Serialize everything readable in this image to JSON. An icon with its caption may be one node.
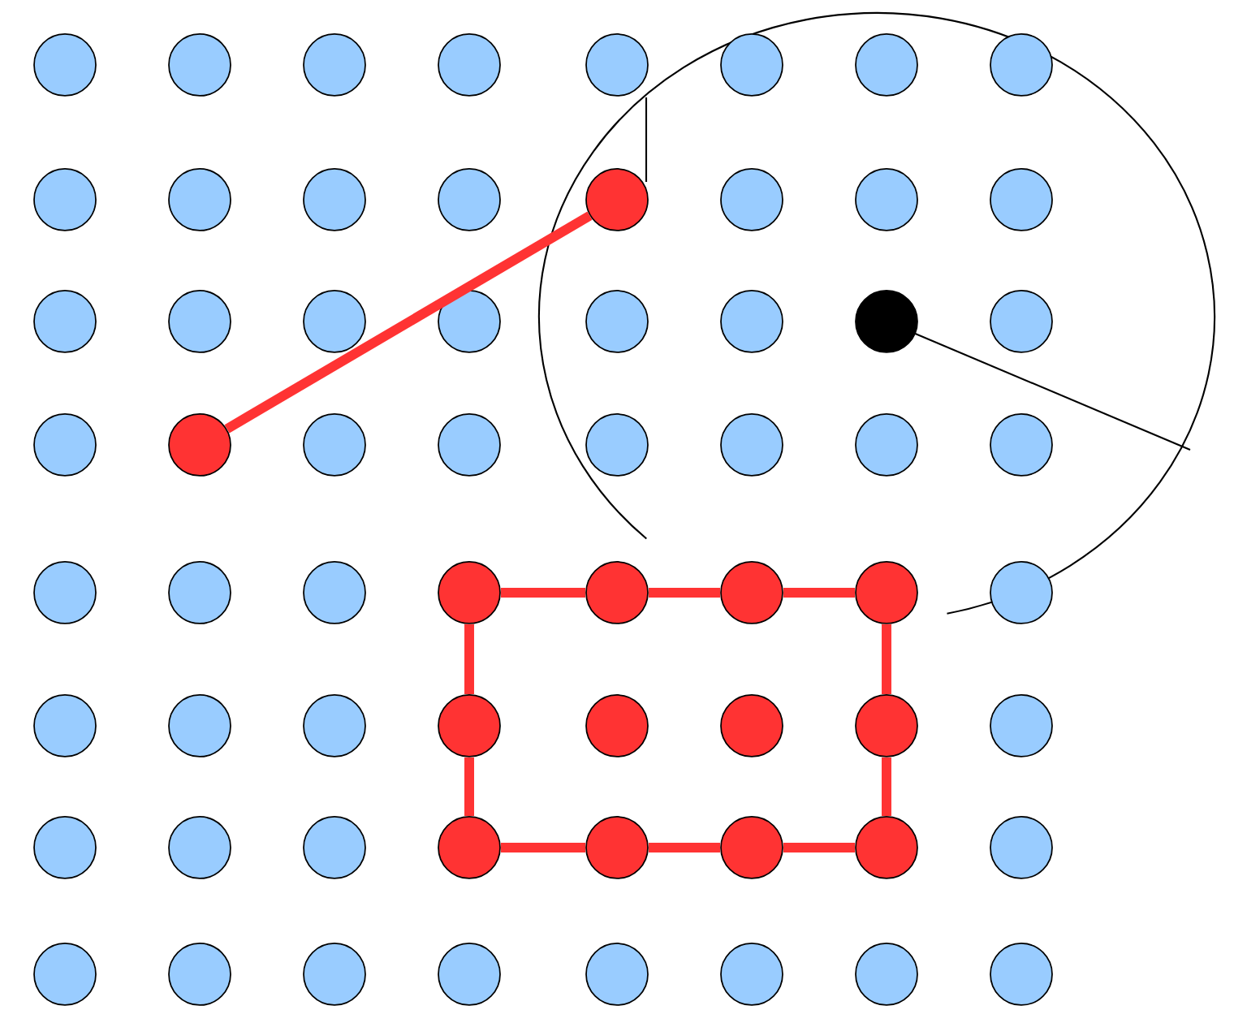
{
  "diagram": {
    "nodes": [
      {
        "text": [],
        "shape": "circle"
      },
      {
        "text": [],
        "shape": "circle"
      },
      {
        "text": [],
        "shape": "circle"
      },
      {
        "text": [],
        "shape": "circle"
      },
      {
        "text": [],
        "shape": "circle"
      },
      {
        "text": [],
        "shape": "circle"
      },
      {
        "text": [],
        "shape": "circle"
      },
      {
        "text": [],
        "shape": "circle"
      },
      {
        "text": [],
        "shape": "circle"
      },
      {
        "text": [],
        "shape": "circle"
      },
      {
        "text": [],
        "shape": "circle"
      },
      {
        "text": [],
        "shape": "circle"
      },
      {
        "text": [],
        "shape": "circle"
      },
      {
        "text": [],
        "shape": "circle"
      },
      {
        "text": [],
        "shape": "circle"
      },
      {
        "text": [],
        "shape": "circle"
      },
      {
        "text": [],
        "shape": "circle"
      },
      {
        "text": [],
        "shape": "circle"
      },
      {
        "text": [],
        "shape": "circle"
      },
      {
        "text": [],
        "shape": "circle"
      },
      {
        "text": [],
        "shape": "circle"
      },
      {
        "text": [],
        "shape": "circle"
      },
      {
        "text": [],
        "shape": "circle"
      },
      {
        "text": [],
        "shape": "circle"
      },
      {
        "text": [],
        "shape": "circle"
      },
      {
        "text": [],
        "shape": "circle"
      },
      {
        "text": [],
        "shape": "circle"
      },
      {
        "text": [],
        "shape": "circle"
      },
      {
        "text": [],
        "shape": "circle"
      },
      {
        "text": [],
        "shape": "circle"
      },
      {
        "text": [],
        "shape": "circle"
      },
      {
        "text": [],
        "shape": "circle"
      },
      {
        "text": [],
        "shape": "circle"
      },
      {
        "text": [],
        "shape": "circle"
      },
      {
        "text": [],
        "shape": "circle"
      },
      {
        "text": [],
        "shape": "circle"
      },
      {
        "text": [],
        "shape": "circle"
      },
      {
        "text": [],
        "shape": "circle"
      },
      {
        "text": [],
        "shape": "circle"
      },
      {
        "text": [],
        "shape": "circle"
      },
      {
        "text": [],
        "shape": "circle"
      },
      {
        "text": [],
        "shape": "circle"
      },
      {
        "text": [],
        "shape": "circle"
      },
      {
        "text": [],
        "shape": "circle"
      },
      {
        "text": [],
        "shape": "circle"
      },
      {
        "text": [],
        "shape": "circle"
      },
      {
        "text": [],
        "shape": "circle"
      },
      {
        "text": [],
        "shape": "circle"
      },
      {
        "text": [],
        "shape": "circle"
      },
      {
        "text": [],
        "shape": "circle"
      },
      {
        "text": [],
        "shape": "circle"
      },
      {
        "text": [],
        "shape": "circle"
      },
      {
        "text": [],
        "shape": "circle"
      },
      {
        "text": [],
        "shape": "circle"
      },
      {
        "text": [],
        "shape": "circle"
      },
      {
        "text": [],
        "shape": "circle"
      },
      {
        "text": [],
        "shape": "circle"
      },
      {
        "text": [],
        "shape": "circle"
      },
      {
        "text": [],
        "shape": "circle"
      },
      {
        "text": [],
        "shape": "circle"
      },
      {
        "text": [],
        "shape": "circle"
      },
      {
        "text": [],
        "shape": "circle"
      },
      {
        "text": [],
        "shape": "circle"
      },
      {
        "text": [],
        "shape": "circle"
      }
    ],
    "edges": [
      {
        "from": 25,
        "to": 12,
        "arrow": "none"
      },
      {
        "from": 35,
        "to": 36,
        "arrow": "none"
      },
      {
        "from": 36,
        "to": 37,
        "arrow": "none"
      },
      {
        "from": 37,
        "to": 38,
        "arrow": "none"
      },
      {
        "from": 38,
        "to": 46,
        "arrow": "none"
      },
      {
        "from": 46,
        "to": 54,
        "arrow": "none"
      },
      {
        "from": 51,
        "to": 52,
        "arrow": "none"
      },
      {
        "from": 52,
        "to": 53,
        "arrow": "none"
      },
      {
        "from": 53,
        "to": 54,
        "arrow": "none"
      },
      {
        "from": 35,
        "to": 43,
        "arrow": "none"
      },
      {
        "from": 43,
        "to": 51,
        "arrow": "none"
      }
    ]
  }
}
